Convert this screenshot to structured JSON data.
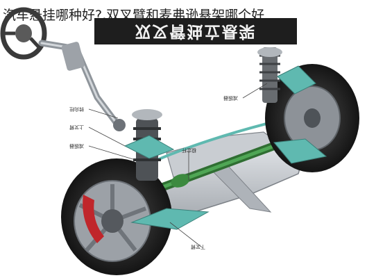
{
  "headline": "汽车悬挂哪种好?,双叉臂和麦弗逊悬架哪个好",
  "banner": {
    "text": "双叉臂独立悬架"
  },
  "image": {
    "subject": "car-suspension-cutaway",
    "colors": {
      "frame": "#b8bcc2",
      "arm": "#5fb9b0",
      "spring": "#6c6f72",
      "caliper": "#c0262b",
      "tire": "#242424",
      "rack": "#3c8a3f"
    }
  },
  "callouts": [
    {
      "text": "转向柱"
    },
    {
      "text": "上叉臂"
    },
    {
      "text": "减振器"
    },
    {
      "text": "稳定杆"
    },
    {
      "text": "减振器"
    },
    {
      "text": "下叉臂"
    }
  ]
}
